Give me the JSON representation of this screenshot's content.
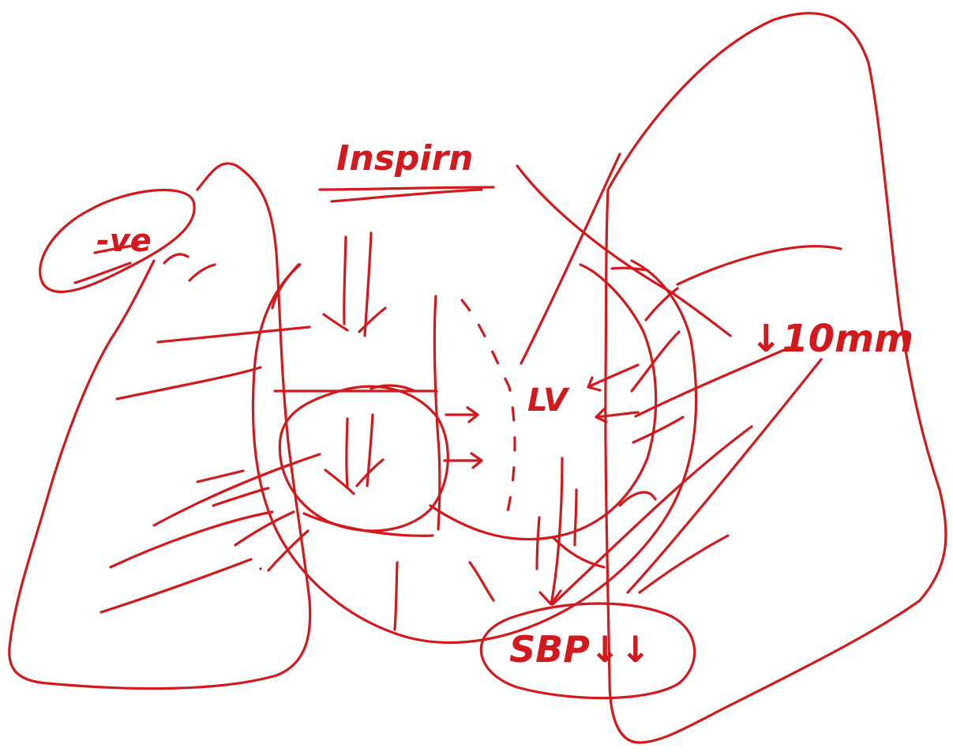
{
  "sketch": {
    "ink_color": "#d01a1e",
    "labels": {
      "inspiration": "Inspirn",
      "negative": "-ve",
      "lv": "LV",
      "ten_mm": "↓10mm",
      "sbp": "SBP↓↓"
    }
  }
}
